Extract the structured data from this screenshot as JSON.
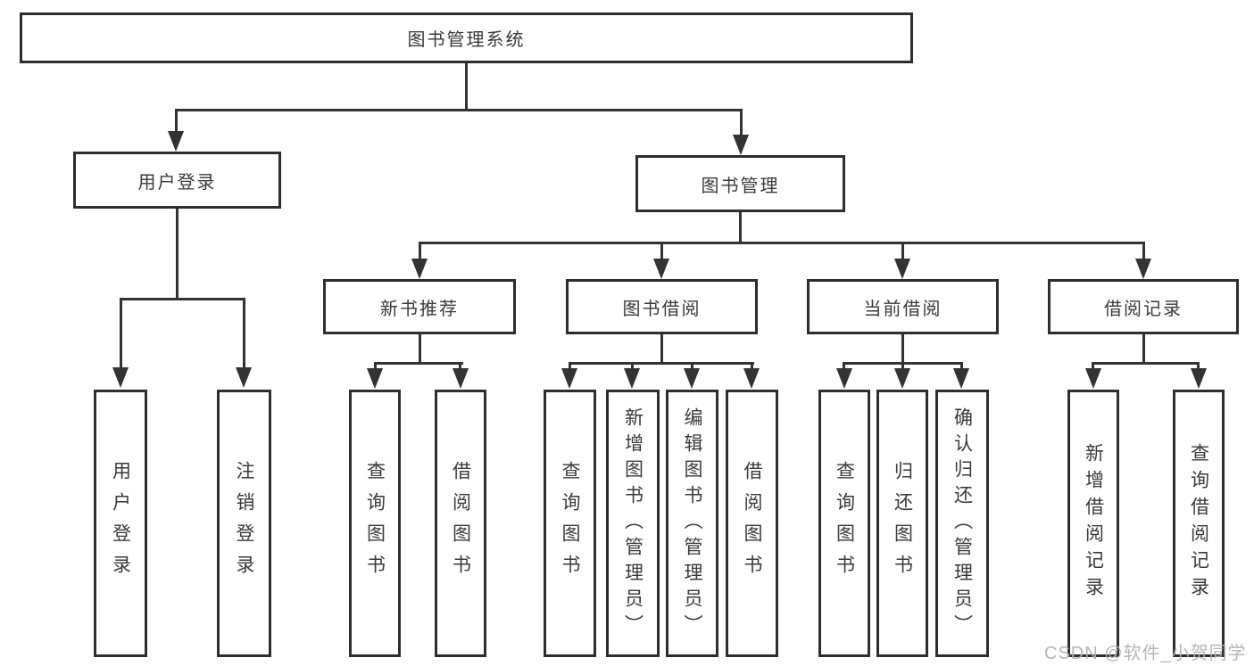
{
  "diagram": {
    "root": {
      "label": "图书管理系统"
    },
    "level2": [
      {
        "label": "用户登录"
      },
      {
        "label": "图书管理"
      }
    ],
    "level3": [
      {
        "label": "新书推荐",
        "parent": "图书管理"
      },
      {
        "label": "图书借阅",
        "parent": "图书管理"
      },
      {
        "label": "当前借阅",
        "parent": "图书管理"
      },
      {
        "label": "借阅记录",
        "parent": "图书管理"
      }
    ],
    "leaves": [
      {
        "label": "用户登录",
        "parent": "用户登录"
      },
      {
        "label": "注销登录",
        "parent": "用户登录"
      },
      {
        "label": "查询图书",
        "parent": "新书推荐"
      },
      {
        "label": "借阅图书",
        "parent": "新书推荐"
      },
      {
        "label": "查询图书",
        "parent": "图书借阅"
      },
      {
        "label": "新增图书（管理员）",
        "parent": "图书借阅"
      },
      {
        "label": "编辑图书（管理员）",
        "parent": "图书借阅"
      },
      {
        "label": "借阅图书",
        "parent": "图书借阅"
      },
      {
        "label": "查询图书",
        "parent": "当前借阅"
      },
      {
        "label": "归还图书",
        "parent": "当前借阅"
      },
      {
        "label": "确认归还（管理员）",
        "parent": "当前借阅"
      },
      {
        "label": "新增借阅记录",
        "parent": "借阅记录"
      },
      {
        "label": "查询借阅记录",
        "parent": "借阅记录"
      }
    ],
    "watermark": "CSDN @软件_小贺同学",
    "colors": {
      "line": "#333333",
      "box_border": "#2e2e2e",
      "text": "#3a3a3a",
      "watermark": "#b2b2b2",
      "background": "#ffffff"
    }
  }
}
